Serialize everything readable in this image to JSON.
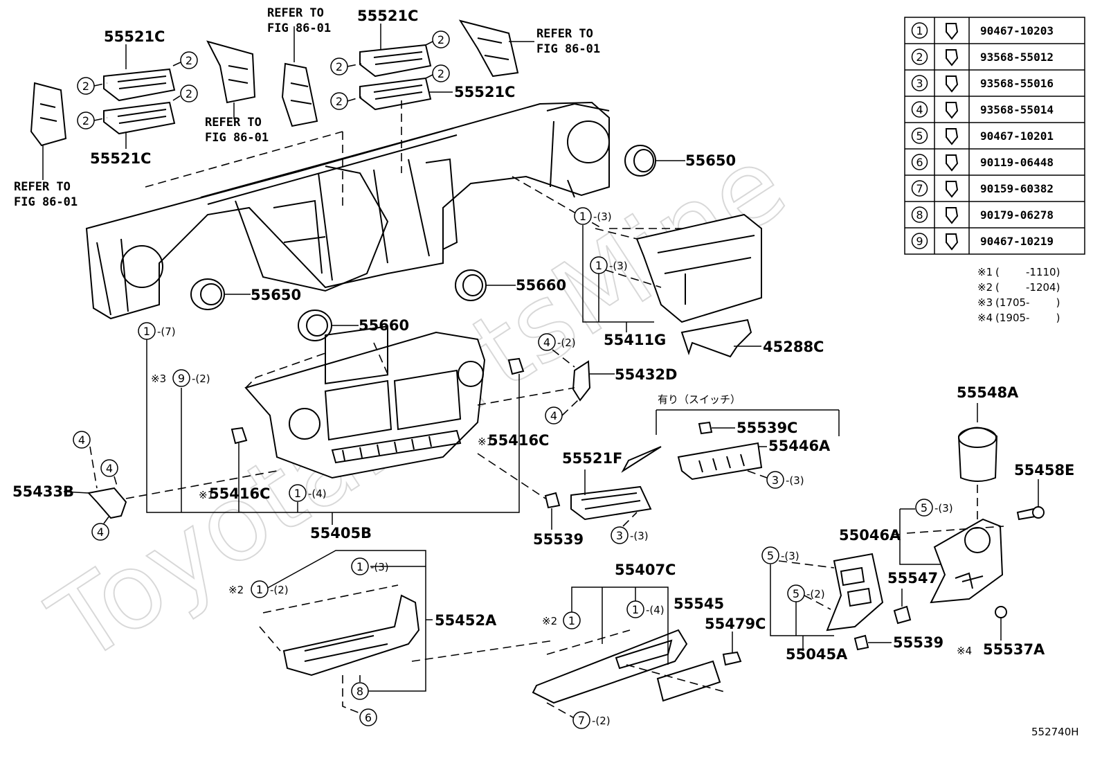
{
  "watermark": "ToyotaPartsMine",
  "figure_code": "552740H",
  "switch_group_label": "有り（スイッチ）",
  "refer_labels": {
    "left": [
      "REFER TO",
      "FIG 86-01"
    ],
    "center": [
      "REFER TO",
      "FIG 86-01"
    ],
    "top": [
      "REFER TO",
      "FIG 86-01"
    ],
    "right": [
      "REFER TO",
      "FIG 86-01"
    ]
  },
  "part_labels": {
    "p55521c_a": "55521C",
    "p55521c_b": "55521C",
    "p55521c_c": "55521C",
    "p55521c_d": "55521C",
    "p55650_r": "55650",
    "p55650_l": "55650",
    "p55660_a": "55660",
    "p55660_b": "55660",
    "p55411g": "55411G",
    "p45288c": "45288C",
    "p55432d": "55432D",
    "p55416c_r": "55416C",
    "p55416c_l": "55416C",
    "p55405b": "55405B",
    "p55433b": "55433B",
    "p55539c": "55539C",
    "p55446a": "55446A",
    "p55521f": "55521F",
    "p55539_a": "55539",
    "p55548a": "55548A",
    "p55458e": "55458E",
    "p55046a": "55046A",
    "p55547": "55547",
    "p55539_b": "55539",
    "p55537a": "55537A",
    "p55045a": "55045A",
    "p55452a": "55452A",
    "p55407c": "55407C",
    "p55545": "55545",
    "p55479c": "55479C"
  },
  "qty_labels": {
    "q1": "-(3)",
    "q2": "-(3)",
    "q3": "-(7)",
    "q4": "-(2)",
    "q5": "-(2)",
    "q6": "-(4)",
    "q7": "-(3)",
    "q8": "-(3)",
    "q9": "-(3)",
    "q10": "-(3)",
    "q11": "-(2)",
    "q12": "-(3)",
    "q13": "-(2)",
    "q14": "-(4)",
    "q15": "-(2)"
  },
  "marks": {
    "m3": "※3",
    "m1a": "※1",
    "m1b": "※1",
    "m2a": "※2",
    "m2b": "※2",
    "m4": "※4"
  },
  "fastener_table": [
    {
      "num": "1",
      "part": "90467-10203"
    },
    {
      "num": "2",
      "part": "93568-55012"
    },
    {
      "num": "3",
      "part": "93568-55016"
    },
    {
      "num": "4",
      "part": "93568-55014"
    },
    {
      "num": "5",
      "part": "90467-10201"
    },
    {
      "num": "6",
      "part": "90119-06448"
    },
    {
      "num": "7",
      "part": "90159-60382"
    },
    {
      "num": "8",
      "part": "90179-06278"
    },
    {
      "num": "9",
      "part": "90467-10219"
    }
  ],
  "footnotes": [
    {
      "mark": "※1",
      "range": "(        -1110)"
    },
    {
      "mark": "※2",
      "range": "(        -1204)"
    },
    {
      "mark": "※3",
      "range": "(1705-        )"
    },
    {
      "mark": "※4",
      "range": "(1905-        )"
    }
  ],
  "callouts": [
    "2",
    "2",
    "2",
    "2",
    "2",
    "2",
    "2",
    "2",
    "1",
    "1",
    "1",
    "9",
    "4",
    "4",
    "4",
    "4",
    "4",
    "1",
    "3",
    "3",
    "5",
    "5",
    "5",
    "1",
    "1",
    "8",
    "6",
    "1",
    "1",
    "7"
  ]
}
